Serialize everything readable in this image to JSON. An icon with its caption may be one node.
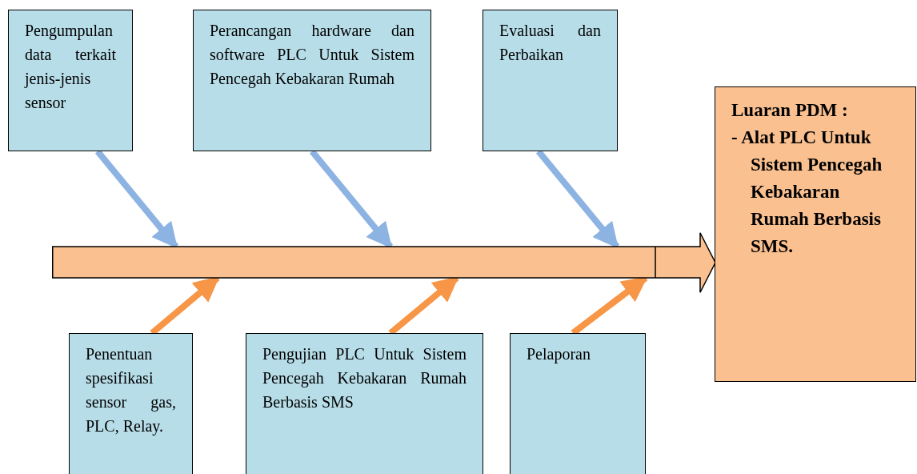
{
  "diagram": {
    "nodes": [
      {
        "text": [
          "Pengumpulan data terkait jenis-jenis sensor"
        ]
      },
      {
        "text": [
          "Perancangan hardware dan software PLC Untuk Sistem Pencegah Kebakaran Rumah"
        ]
      },
      {
        "text": [
          "Evaluasi dan Perbaikan"
        ]
      },
      {
        "text": [],
        "shape": "bar"
      },
      {
        "text": [
          "Penentuan spesifikasi sensor gas, PLC, Relay."
        ]
      },
      {
        "text": [
          "Pengujian PLC Untuk Sistem Pencegah Kebakaran Rumah Berbasis SMS"
        ]
      },
      {
        "text": [
          "Pelaporan"
        ]
      },
      {
        "text": [
          "Luaran PDM :",
          "- Alat PLC Untuk Sistem Pencegah Kebakaran Rumah Berbasis SMS."
        ]
      }
    ],
    "edges": [
      {
        "from": 0,
        "to": 3,
        "arrow": "to",
        "color": "#8db3e2"
      },
      {
        "from": 1,
        "to": 3,
        "arrow": "to",
        "color": "#8db3e2"
      },
      {
        "from": 2,
        "to": 3,
        "arrow": "to",
        "color": "#8db3e2"
      },
      {
        "from": 4,
        "to": 3,
        "arrow": "to",
        "color": "#f79646"
      },
      {
        "from": 5,
        "to": 3,
        "arrow": "to",
        "color": "#f79646"
      },
      {
        "from": 6,
        "to": 3,
        "arrow": "to",
        "color": "#f79646"
      }
    ]
  }
}
